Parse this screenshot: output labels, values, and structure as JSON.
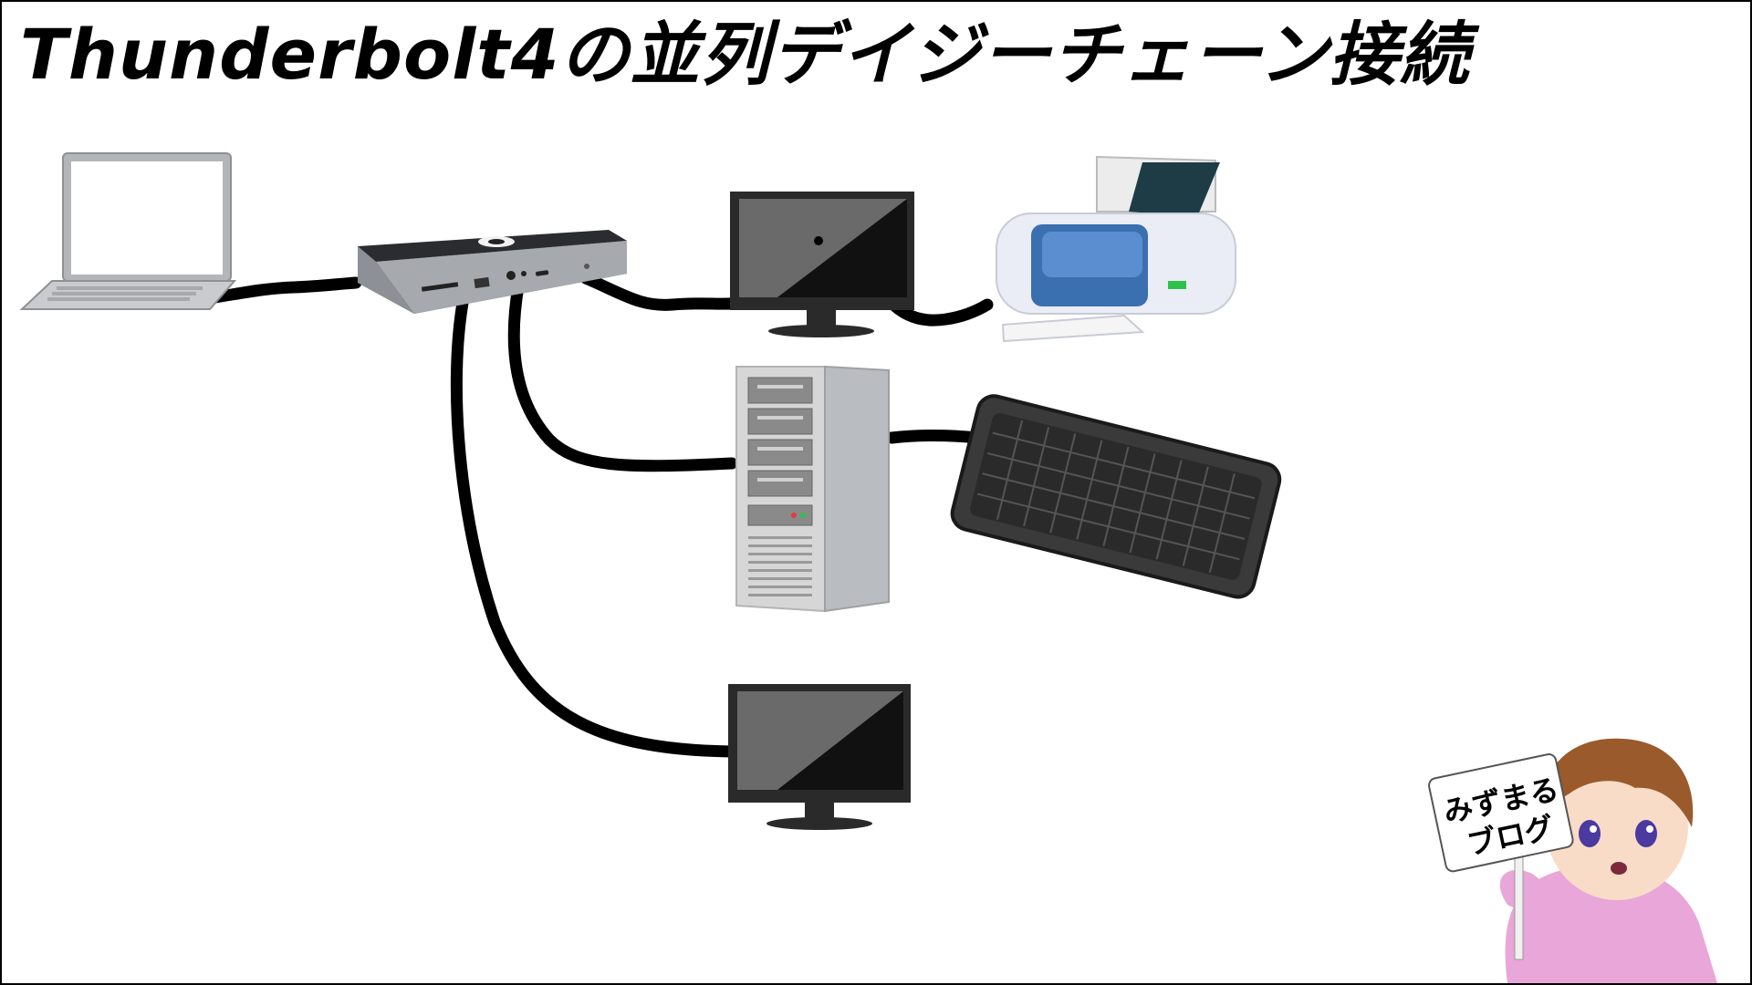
{
  "title": "Thunderbolt4の並列デイジーチェーン接続",
  "devices": [
    {
      "name": "laptop"
    },
    {
      "name": "thunderbolt-dock"
    },
    {
      "name": "monitor"
    },
    {
      "name": "printer"
    },
    {
      "name": "desktop-tower"
    },
    {
      "name": "keyboard"
    },
    {
      "name": "monitor"
    }
  ],
  "mascot": {
    "sign_line1": "みずまる",
    "sign_line2": "ブログ"
  },
  "colors": {
    "cable": "#000000",
    "printer_blue": "#3a6fb0",
    "printer_accent": "#2ec24a",
    "mascot_hoodie": "#e9a6d8",
    "mascot_hair": "#9a5a2b"
  }
}
